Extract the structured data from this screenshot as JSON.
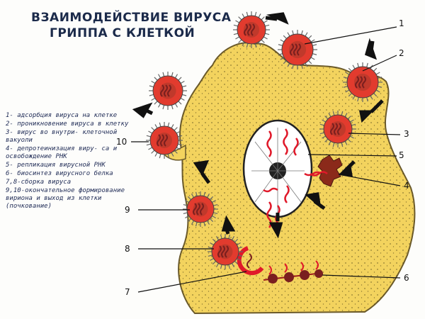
{
  "title": {
    "line1": "ВЗАИМОДЕЙСТВИЕ ВИРУСА",
    "line2": "ГРИППА С КЛЕТКОЙ"
  },
  "legend": [
    {
      "num": "1-",
      "text": " адсорбция вируса на клетке"
    },
    {
      "num": "2-",
      "text": " проникновение вируса в клетку"
    },
    {
      "num": "3-",
      "text": " вирус во внутри- клеточной вакуоли"
    },
    {
      "num": "4-",
      "text": " депротеинизация виру- са и освобождение РНК"
    },
    {
      "num": "5-",
      "text": " репликация вирусной РНК"
    },
    {
      "num": "6-",
      "text": " биосинтез вирусного белка"
    },
    {
      "num": "7,8",
      "text": "-сборка вируса"
    },
    {
      "num": "9,10",
      "text": "-окончательное формирование вириона и выход из клетки (почкование)"
    }
  ],
  "callouts": [
    "1",
    "2",
    "3",
    "4",
    "5",
    "6",
    "7",
    "8",
    "9",
    "10"
  ],
  "colors": {
    "cell": "#f3d35e",
    "cell_outline": "#6b5a2a",
    "nucleus": "#ffffff",
    "virus_red": "#e23b2e",
    "virus_core": "#7a1f1f",
    "spikes": "#666666",
    "arrow": "#111111"
  }
}
